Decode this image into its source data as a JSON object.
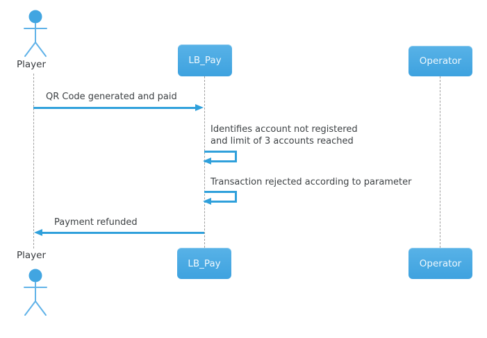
{
  "diagram": {
    "type": "sequence",
    "participants": [
      {
        "id": "player",
        "name": "Player",
        "kind": "actor"
      },
      {
        "id": "lb_pay",
        "name": "LB_Pay",
        "kind": "participant"
      },
      {
        "id": "operator",
        "name": "Operator",
        "kind": "participant"
      }
    ],
    "messages": [
      {
        "from": "Player",
        "to": "LB_Pay",
        "kind": "arrow-right",
        "label": "QR Code generated and paid"
      },
      {
        "from": "LB_Pay",
        "to": "LB_Pay",
        "kind": "self",
        "label_line1": "Identifies account not registered",
        "label_line2": "and limit of 3 accounts reached"
      },
      {
        "from": "LB_Pay",
        "to": "LB_Pay",
        "kind": "self",
        "label": "Transaction rejected according to parameter"
      },
      {
        "from": "LB_Pay",
        "to": "Player",
        "kind": "arrow-left",
        "label": "Payment refunded"
      }
    ],
    "colors": {
      "participant_fill_top": "#58B2E7",
      "participant_fill_bottom": "#3EA2DF",
      "participant_text": "#EFF8FD",
      "arrow": "#2FA0DB",
      "lifeline": "#9E9E9E",
      "message_text": "#3C4043",
      "actor_head_fill": "#41A5E1",
      "actor_stroke": "#5FB2E8"
    }
  }
}
